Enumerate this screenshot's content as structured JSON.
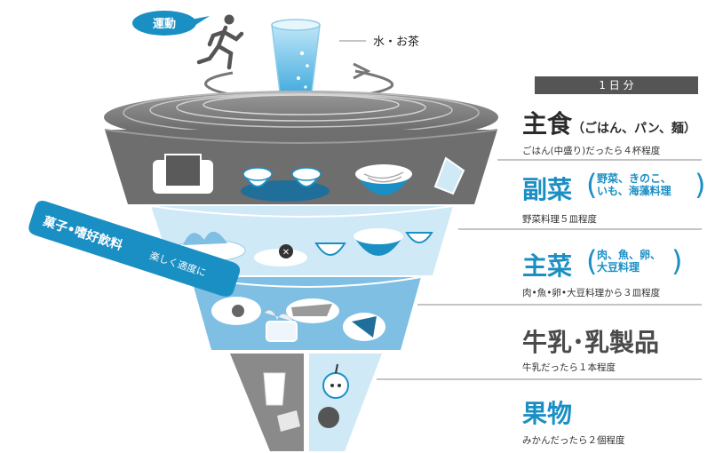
{
  "exercise": {
    "label": "運動"
  },
  "water": {
    "label": "水・お茶"
  },
  "daily": {
    "label": "1 日 分"
  },
  "staple": {
    "title": "主食",
    "paren": "（ごはん、パン、麺）",
    "detail": "ごはん(中盛り)だったら４杯程度"
  },
  "side": {
    "title": "副菜",
    "paren_line1": "野菜、きのこ、",
    "paren_line2": "いも、海藻料理",
    "detail": "野菜料理５皿程度"
  },
  "main": {
    "title": "主菜",
    "paren_line1": "肉、魚、卵、",
    "paren_line2": "大豆料理",
    "detail": "肉•魚•卵•大豆料理から３皿程度"
  },
  "dairy": {
    "title": "牛乳･乳製品",
    "detail": "牛乳だったら１本程度"
  },
  "fruit": {
    "title": "果物",
    "detail": "みかんだったら２個程度"
  },
  "snack": {
    "text1": "菓子•嗜好飲料",
    "text2": "楽しく適度に"
  },
  "colors": {
    "blue": "#1a8fc4",
    "light_blue": "#cfe9f7",
    "mid_blue": "#7fbfe3",
    "gray": "#7d7d7d",
    "dark": "#3f3f3f"
  }
}
